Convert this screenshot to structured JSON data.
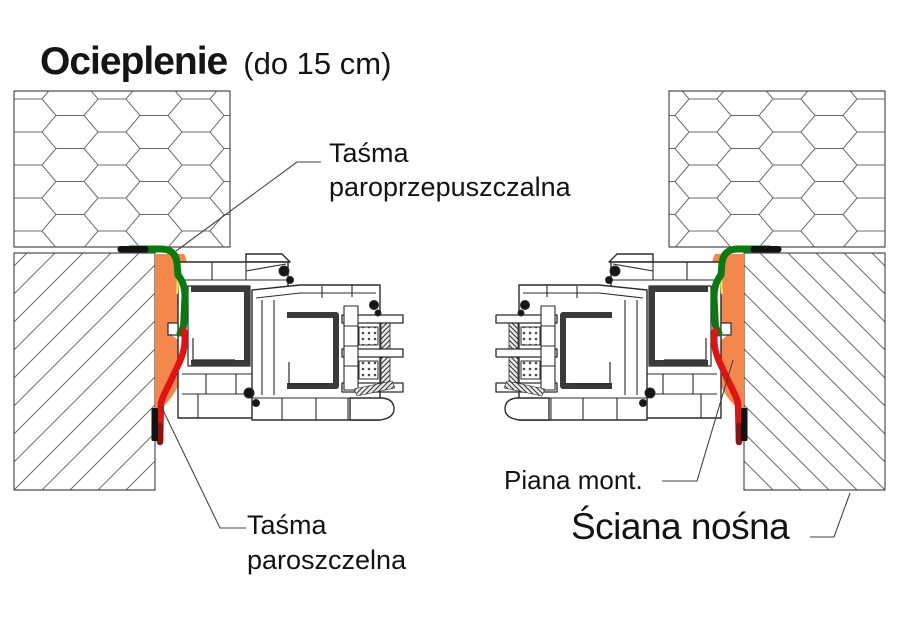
{
  "title": {
    "text": "Ocieplenie",
    "suffix": "(do 15 cm)"
  },
  "labels": {
    "tape_permeable": {
      "line1": "Taśma",
      "line2": "paroprzepuszczalna"
    },
    "tape_tight": {
      "line1": "Taśma",
      "line2": "paroszczelna"
    },
    "mounting_foam": {
      "text": "Piana mont."
    },
    "load_bearing_wall": {
      "text": "Ściana nośna"
    }
  },
  "colors": {
    "foam": "#F4874B",
    "tape-permeable": "#0a7a10",
    "tape-tight": "#e01212",
    "tape-tight-dark": "#8f1010",
    "sealant-marker": "#121212",
    "yellow-accent": "#ece94f",
    "outline": "#2b2b2b",
    "hatch": "#6b6b6b",
    "block-border": "#4f4f4f",
    "leader": "#444444",
    "steel": "#3a3a3a"
  }
}
